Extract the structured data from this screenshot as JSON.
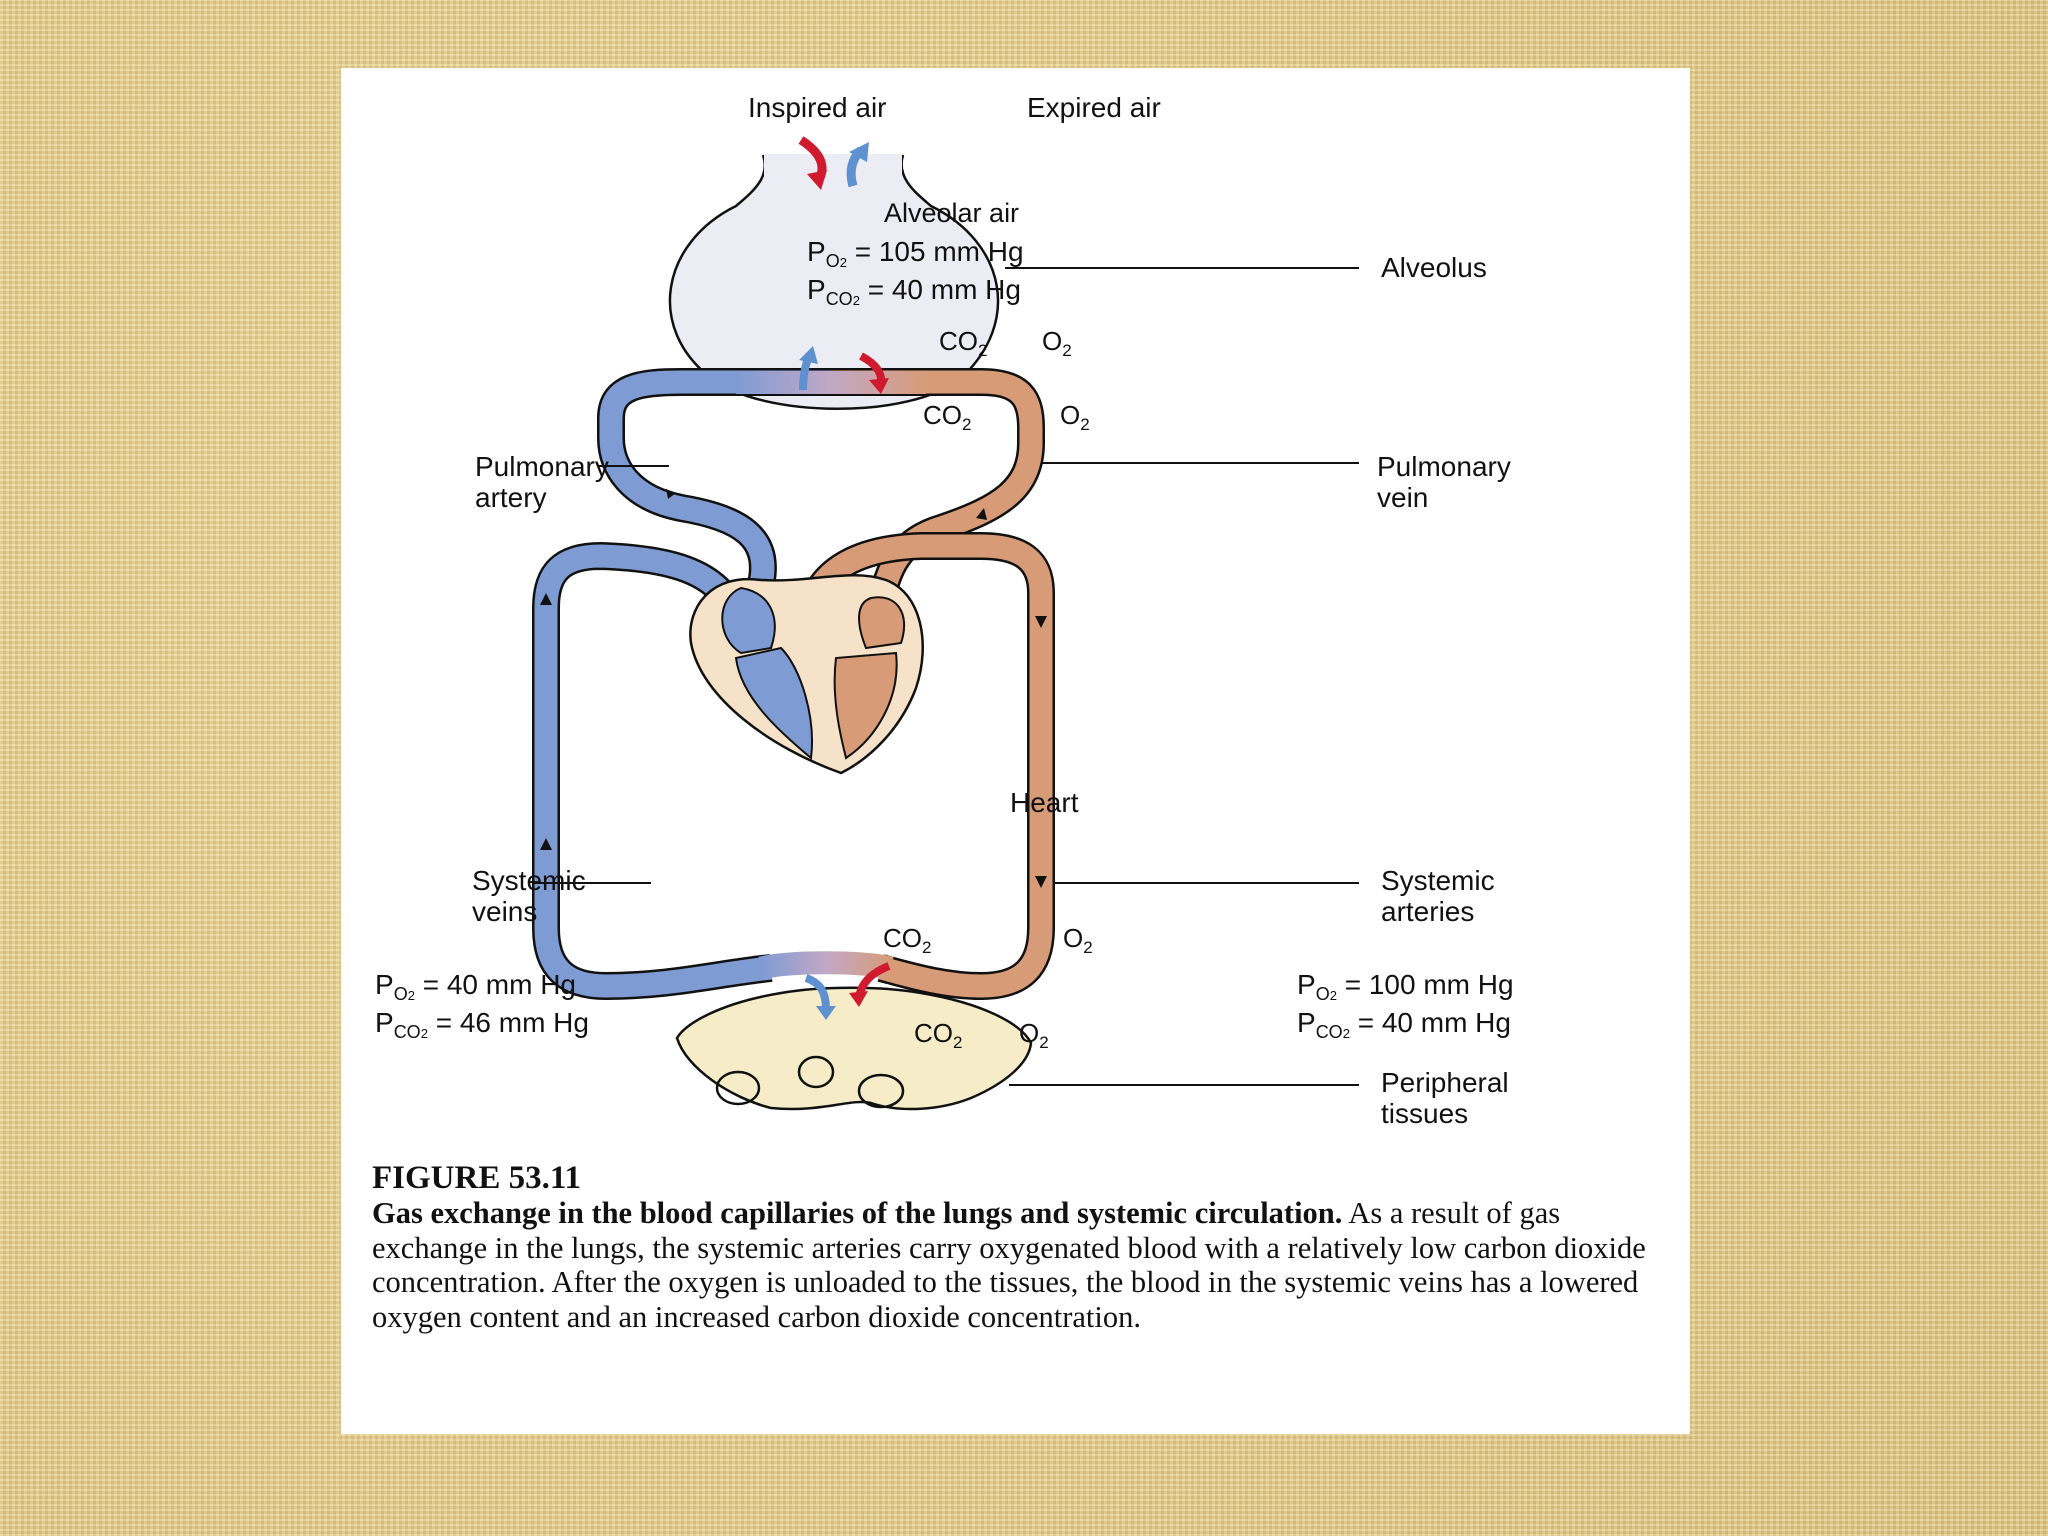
{
  "labels": {
    "inspired_air": "Inspired air",
    "expired_air": "Expired air",
    "alveolar_air": "Alveolar air",
    "alveolus": "Alveolus",
    "pulmonary_artery": "Pulmonary\nartery",
    "pulmonary_vein": "Pulmonary\nvein",
    "heart": "Heart",
    "systemic_veins": "Systemic\nveins",
    "systemic_arteries": "Systemic\narteries",
    "peripheral_tissues": "Peripheral\ntissues"
  },
  "gases": {
    "co2_symbol": "CO",
    "o2_symbol": "O",
    "subscript": "2"
  },
  "pressures": {
    "p_symbol": "P",
    "o2_sub": "O",
    "co2_sub": "CO",
    "alveolar_o2": "= 105 mm Hg",
    "alveolar_co2": "= 40 mm Hg",
    "venous_o2": "= 40 mm Hg",
    "venous_co2": "= 46 mm Hg",
    "arterial_o2": "= 100 mm Hg",
    "arterial_co2": "= 40 mm Hg"
  },
  "caption": {
    "figure_number": "FIGURE 53.11",
    "title": "Gas exchange in the blood capillaries of the lungs and systemic circulation.",
    "text": "As a result of gas exchange in the lungs, the systemic arteries carry oxygenated blood with a relatively low carbon dioxide concentration. After the oxygen is unloaded to the tissues, the blood in the systemic veins has a lowered oxygen content and an increased carbon dioxide concentration."
  },
  "colors": {
    "deoxygenated_blood": "#7f9bd4",
    "oxygenated_blood": "#d89b78",
    "inflow_arrow": "#d01a2e",
    "outflow_arrow": "#5f90cf",
    "alveolus_fill": "#ececf4",
    "tissue_fill": "#f6ecc8",
    "heart_fill": "#f5e2c8"
  }
}
